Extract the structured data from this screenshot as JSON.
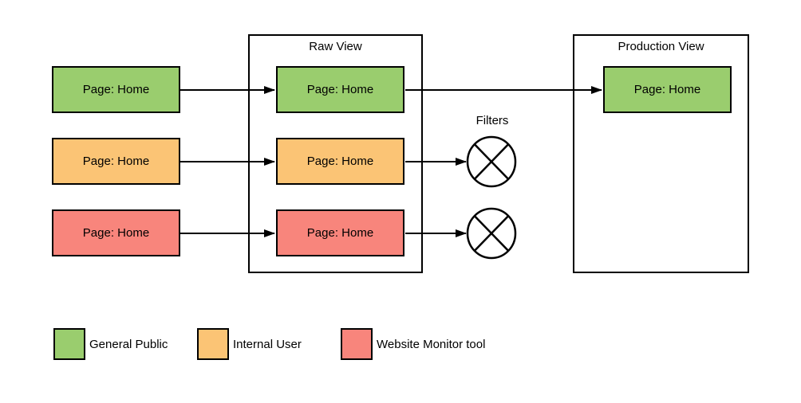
{
  "containers": {
    "raw_view": {
      "label": "Raw View"
    },
    "production_view": {
      "label": "Production View"
    }
  },
  "filters": {
    "label": "Filters"
  },
  "nodes": [
    {
      "name": "source-general-public",
      "label": "Page: Home",
      "color": "#9ACD6E"
    },
    {
      "name": "source-internal-user",
      "label": "Page: Home",
      "color": "#FBC475"
    },
    {
      "name": "source-website-monitor",
      "label": "Page: Home",
      "color": "#F8857C"
    },
    {
      "name": "raw-general-public",
      "label": "Page: Home",
      "color": "#9ACD6E"
    },
    {
      "name": "raw-internal-user",
      "label": "Page: Home",
      "color": "#FBC475"
    },
    {
      "name": "raw-website-monitor",
      "label": "Page: Home",
      "color": "#F8857C"
    },
    {
      "name": "production-general-public",
      "label": "Page: Home",
      "color": "#9ACD6E"
    }
  ],
  "legend": {
    "items": [
      {
        "label": "General Public",
        "color": "#9ACD6E"
      },
      {
        "label": "Internal User",
        "color": "#FBC475"
      },
      {
        "label": "Website Monitor tool",
        "color": "#F8857C"
      }
    ]
  },
  "colors": {
    "green": "#9ACD6E",
    "orange": "#FBC475",
    "red": "#F8857C",
    "stroke": "#000000",
    "background": "#FFFFFF"
  }
}
